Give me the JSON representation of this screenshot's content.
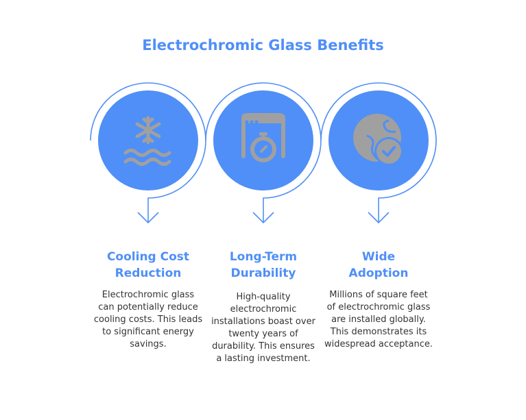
{
  "title": "Electrochromic Glass Benefits",
  "colors": {
    "accent": "#4f8ff7",
    "icon": "#a0a0a0"
  },
  "steps": [
    {
      "icon": "snowflake-water-icon",
      "heading": "Cooling Cost Reduction",
      "description": "Electrochromic glass can potentially reduce cooling costs. This leads to significant energy savings."
    },
    {
      "icon": "browser-stopwatch-icon",
      "heading": "Long-Term Durability",
      "description": "High-quality electrochromic installations boast over twenty years of durability. This ensures a lasting investment."
    },
    {
      "icon": "globe-check-icon",
      "heading": "Wide Adoption",
      "description": "Millions of square feet of electrochromic glass are installed globally. This demonstrates its widespread acceptance."
    }
  ]
}
